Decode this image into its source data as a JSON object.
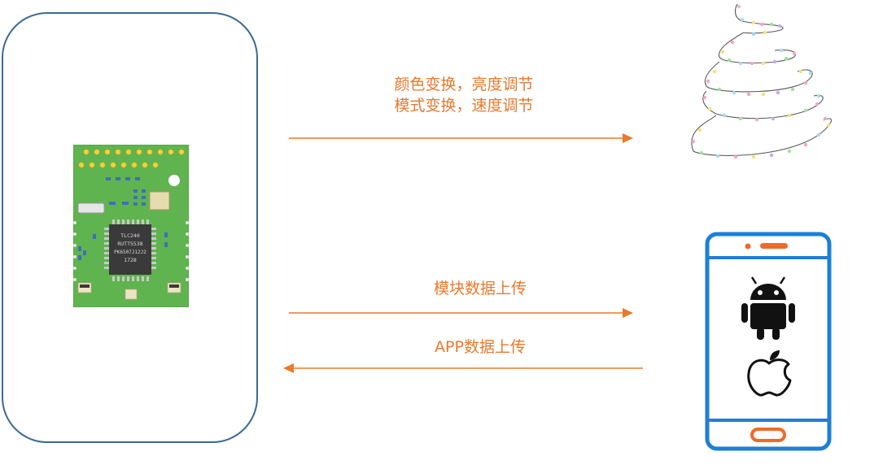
{
  "colors": {
    "arrow": "#e8792d",
    "label": "#e8792d",
    "module_border": "#3b6a94",
    "phone_frame": "#1d7fd6",
    "phone_button": "#f06a27",
    "pcb_green": "#5fb44f"
  },
  "labels": {
    "control_line1": "颜色变换，亮度调节",
    "control_line2": "模式变换，速度调节",
    "module_upload": "模块数据上传",
    "app_upload": "APP数据上传"
  },
  "chip": {
    "text_line1": "TLC240",
    "text_line2": "RUTT5538",
    "text_line3": "PK6507J12J2",
    "text_line4": "1728"
  },
  "icons": {
    "module": "pcb-module-icon",
    "tree": "christmas-light-tree-icon",
    "phone": "smartphone-icon",
    "android": "android-icon",
    "apple": "apple-icon"
  }
}
